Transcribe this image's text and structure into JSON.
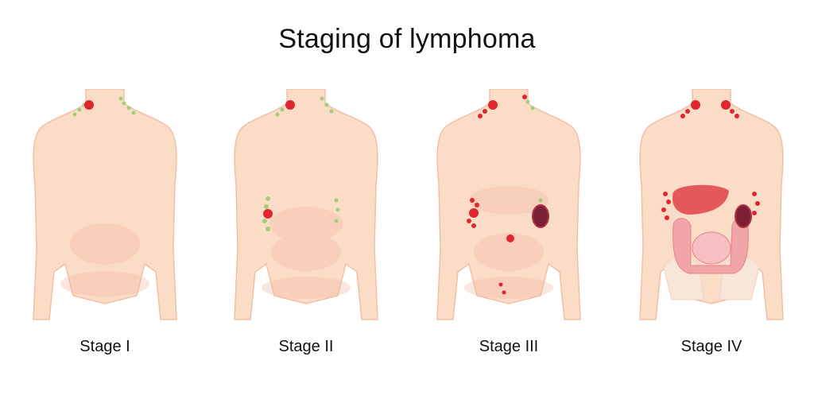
{
  "title": "Staging of lymphoma",
  "colors": {
    "skin": "#fbdcc7",
    "skin_outline": "#f3bfa4",
    "affected_node": "#e0262f",
    "healthy_node": "#9fcf7a",
    "organ_red": "#e45a5c",
    "intestine_pink": "#f2a5a8",
    "bone": "#f8e6da"
  },
  "stages": [
    {
      "label": "Stage I"
    },
    {
      "label": "Stage II"
    },
    {
      "label": "Stage III"
    },
    {
      "label": "Stage IV"
    }
  ]
}
